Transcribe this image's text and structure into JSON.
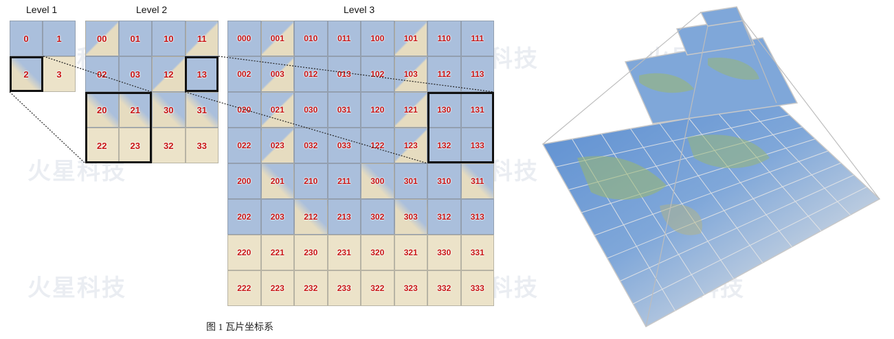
{
  "levels": [
    {
      "title": "Level 1",
      "cols": 2,
      "tiles": [
        "0",
        "1",
        "2",
        "3"
      ]
    },
    {
      "title": "Level 2",
      "cols": 4,
      "tiles": [
        "00",
        "01",
        "10",
        "11",
        "02",
        "03",
        "12",
        "13",
        "20",
        "21",
        "30",
        "31",
        "22",
        "23",
        "32",
        "33"
      ]
    },
    {
      "title": "Level 3",
      "cols": 8,
      "tiles": [
        "000",
        "001",
        "010",
        "011",
        "100",
        "101",
        "110",
        "111",
        "002",
        "003",
        "012",
        "013",
        "102",
        "103",
        "112",
        "113",
        "020",
        "021",
        "030",
        "031",
        "120",
        "121",
        "130",
        "131",
        "022",
        "023",
        "032",
        "033",
        "122",
        "123",
        "132",
        "133",
        "200",
        "201",
        "210",
        "211",
        "300",
        "301",
        "310",
        "311",
        "202",
        "203",
        "212",
        "213",
        "302",
        "303",
        "312",
        "313",
        "220",
        "221",
        "230",
        "231",
        "320",
        "321",
        "330",
        "331",
        "222",
        "223",
        "232",
        "233",
        "322",
        "323",
        "332",
        "333"
      ]
    }
  ],
  "caption": "图 1    瓦片坐标系",
  "watermark": "火星科技",
  "colors": {
    "tile_label": "#c81414",
    "ocean": "#aabfdc",
    "land": "#ece3c9",
    "highlight": "#111111"
  }
}
